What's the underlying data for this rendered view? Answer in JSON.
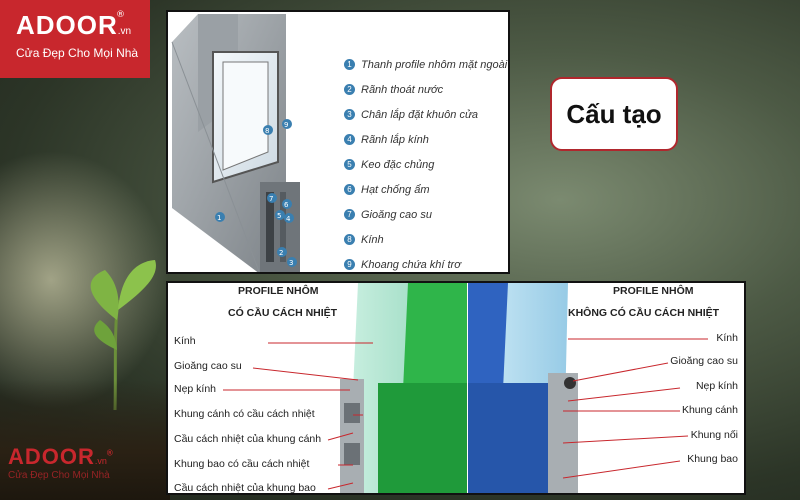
{
  "logo": {
    "brand": "ADOOR",
    "domain": ".vn",
    "tagline": "Cửa Đẹp Cho Mọi Nhà",
    "registered": "®"
  },
  "title": "Cấu tạo",
  "top_diagram": {
    "legend": [
      {
        "num": "1",
        "text": "Thanh profile nhôm mặt ngoài khuôn cửa"
      },
      {
        "num": "2",
        "text": "Rãnh thoát nước"
      },
      {
        "num": "3",
        "text": "Chân lắp đặt khuôn cửa"
      },
      {
        "num": "4",
        "text": "Rãnh lắp kính"
      },
      {
        "num": "5",
        "text": "Keo đặc chủng"
      },
      {
        "num": "6",
        "text": "Hạt chống ẩm"
      },
      {
        "num": "7",
        "text": "Gioăng cao su"
      },
      {
        "num": "8",
        "text": "Kính"
      },
      {
        "num": "9",
        "text": "Khoang chứa khí trơ"
      }
    ]
  },
  "bottom_diagram": {
    "left_header_1": "PROFILE NHÔM",
    "left_header_2": "CÓ CẦU CÁCH NHIỆT",
    "right_header_1": "PROFILE NHÔM",
    "right_header_2": "KHÔNG CÓ CẦU CÁCH NHIỆT",
    "left_labels": [
      "Kính",
      "Gioăng cao su",
      "Nẹp kính",
      "Khung cánh có cầu cách nhiệt",
      "Cầu cách nhiệt của khung cánh",
      "Khung bao có cầu cách nhiệt",
      "Cầu cách nhiệt của khung bao"
    ],
    "right_labels": [
      "Kính",
      "Gioăng cao su",
      "Nẹp kính",
      "Khung cánh",
      "Khung nối",
      "Khung bao"
    ]
  },
  "colors": {
    "brand_red": "#c8272d",
    "green_profile": "#2fb54a",
    "blue_profile": "#2f63c0",
    "badge_blue": "#3a7fb0"
  }
}
